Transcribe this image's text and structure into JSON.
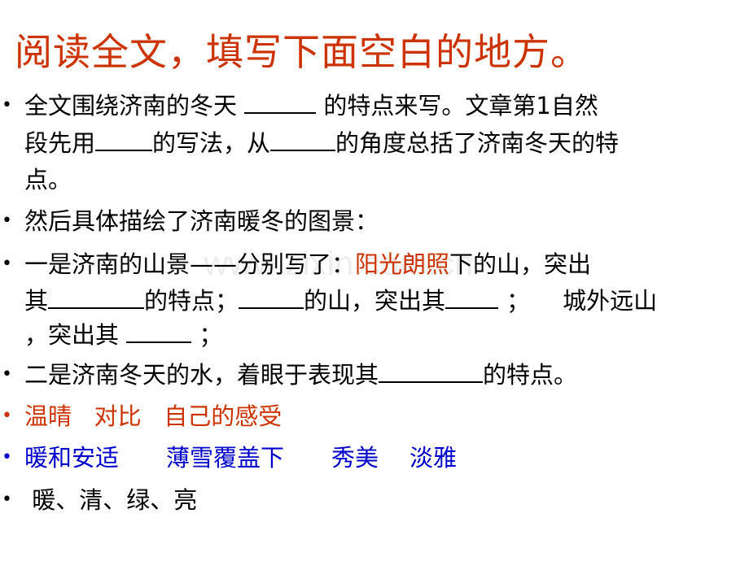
{
  "title": "阅读全文，填写下面空白的地方。",
  "watermark": "www.zixin.com.cn",
  "colors": {
    "title": "#cc3300",
    "highlight_red": "#cc3300",
    "answers_blue": "#0000cc",
    "text": "#000000"
  },
  "bullet_symbol": "•",
  "items": [
    {
      "parts": [
        "全文围绕济南的冬天 ",
        " 的特点来写。文章第1自然"
      ],
      "line2_parts": [
        "段先用",
        "的写法，从",
        "的角度总括了济南冬天的特"
      ],
      "line3": "点。"
    },
    {
      "text": "然后具体描绘了济南暖冬的图景："
    },
    {
      "line1_before": "一是济南的山景——分别写了：",
      "line1_highlight": "阳光朗照",
      "line1_after": "下的山，突出",
      "line2_parts": [
        "其",
        "的特点；",
        "的山，突出其",
        "；",
        "城外远山"
      ],
      "line3_parts": [
        "，突出其 ",
        " ；"
      ]
    },
    {
      "parts": [
        "二是济南冬天的水，着眼于表现其",
        "的特点。"
      ]
    },
    {
      "text": "温晴   对比   自己的感受"
    },
    {
      "answers": [
        "暖和安适",
        "薄雪覆盖下",
        "秀美",
        "淡雅"
      ]
    },
    {
      "text": " 暖、清、绿、亮"
    }
  ]
}
